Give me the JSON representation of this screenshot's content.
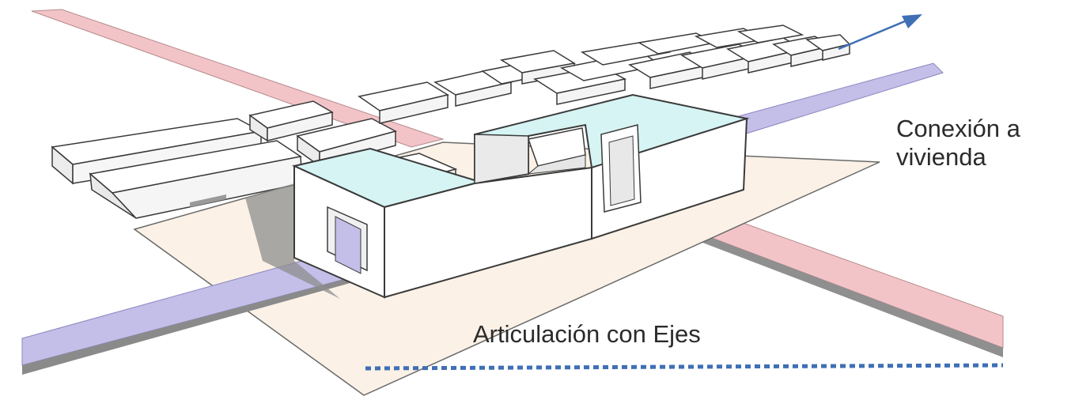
{
  "labels": {
    "conexion_line1": "Conexión a",
    "conexion_line2": "vivienda",
    "articulacion": "Articulación con Ejes"
  },
  "colors": {
    "pink_axis": "#f2c4c8",
    "blue_axis": "#c3bfe8",
    "plaza": "#fbf1e6",
    "building_top": "#d6f4f4",
    "building_side": "#ffffff",
    "outline": "#3a3a3a",
    "arrow": "#3f6fb5",
    "dotted_line": "#3f6fb5"
  }
}
